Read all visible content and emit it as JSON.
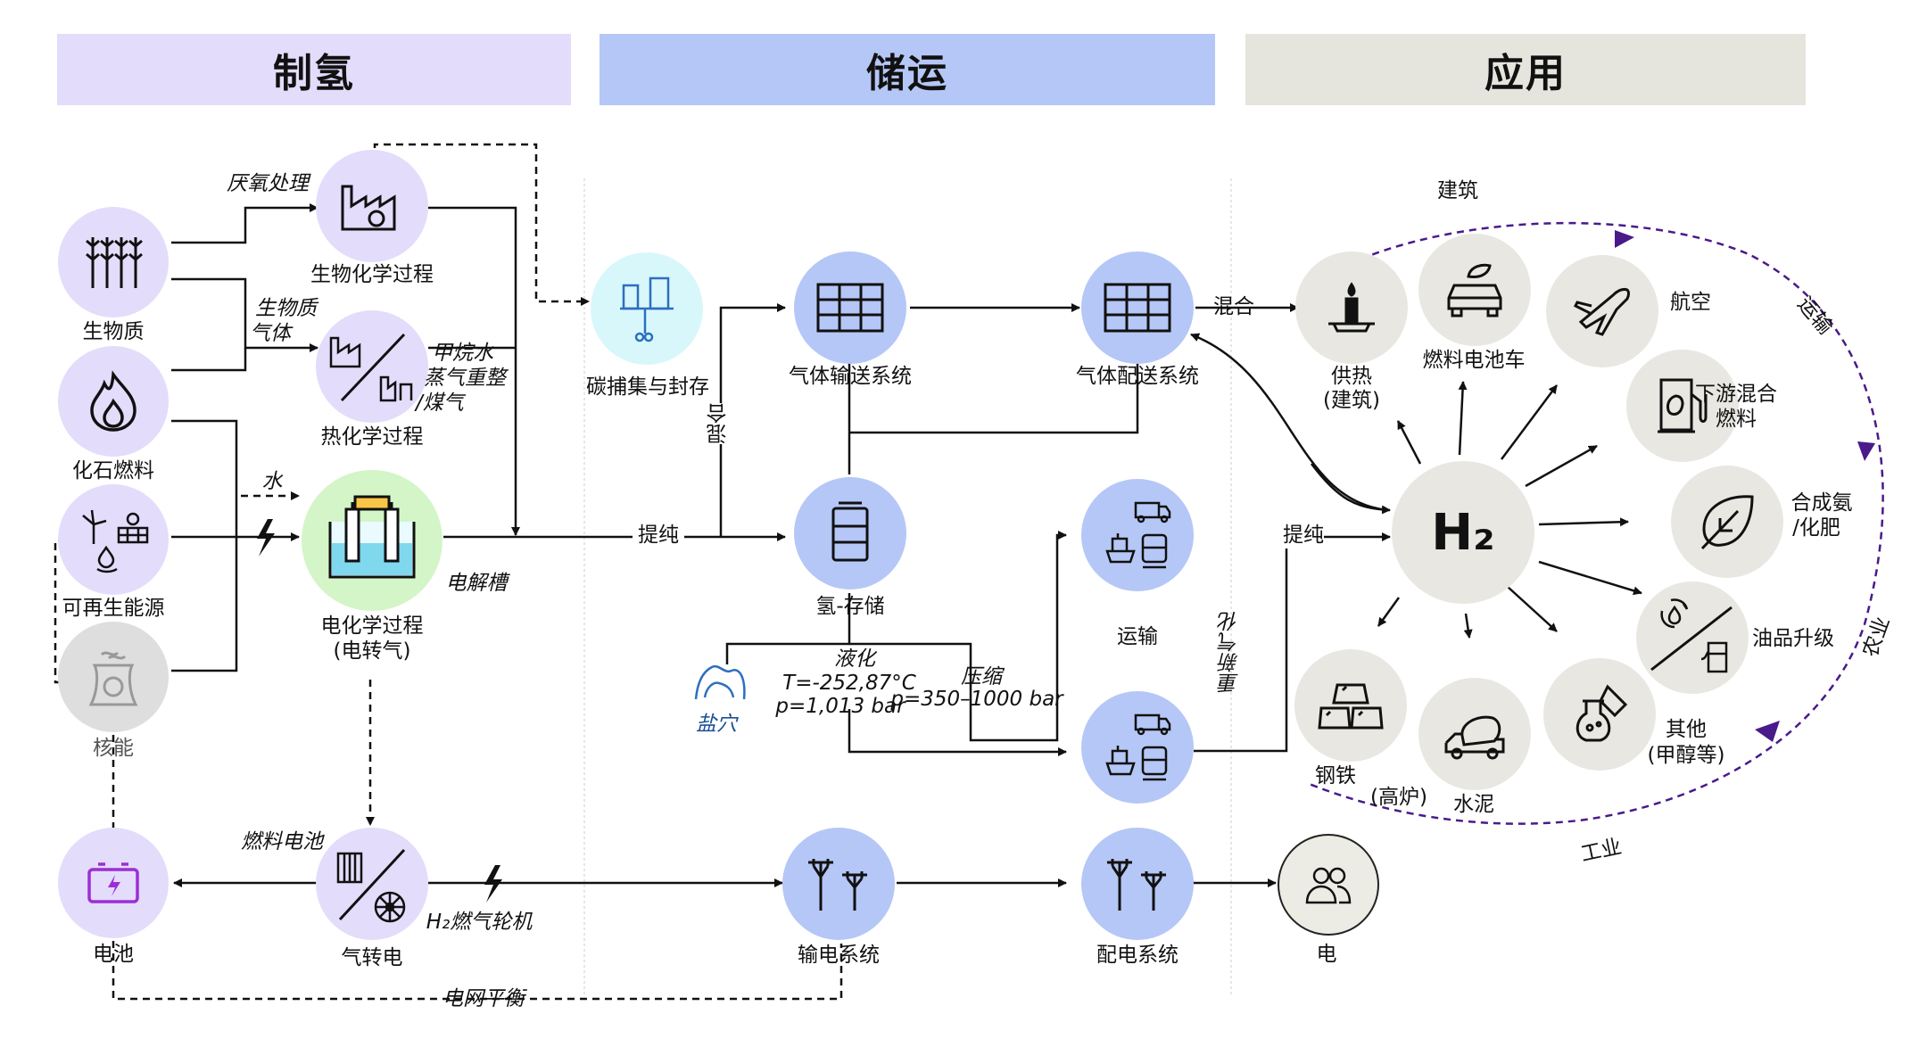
{
  "headers": {
    "production": "制氢",
    "storage": "储运",
    "application": "应用"
  },
  "production": {
    "biomass": "生物质",
    "fossil": "化石燃料",
    "renewable": "可再生能源",
    "nuclear": "核能",
    "biochem": "生物化学过程",
    "thermochem": "热化学过程",
    "electrochem": "电化学过程",
    "electrochem_sub": "(电转气)",
    "anaerobic": "厌氧处理",
    "biomass_gas_1": "生物质",
    "biomass_gas_2": "气体",
    "smr_1": "甲烷水",
    "smr_2": "蒸气重整",
    "smr_3": "/煤气",
    "water": "水",
    "electrolyzer": "电解槽",
    "battery": "电池",
    "gas_to_power": "气转电",
    "fuel_cell": "燃料电池",
    "h2_turbine": "H₂燃气轮机",
    "grid_balance": "电网平衡"
  },
  "storage": {
    "ccs": "碳捕集与封存",
    "transmission": "气体输送系统",
    "distribution": "气体配送系统",
    "h2_storage": "氢-存储",
    "transport": "运输",
    "purify": "提纯",
    "mix_vertical": "混合",
    "mix": "混合",
    "liquefy": "液化",
    "liq_temp": "T=-252,87°C",
    "liq_pressure": "p=1,013 bar",
    "compress": "压缩",
    "comp_pressure": "p=350–1000 bar",
    "salt_cavern": "盐穴",
    "regasify": "重新气化",
    "power_transmission": "输电系统",
    "power_distribution": "配电系统"
  },
  "application": {
    "h2": "H₂",
    "purify": "提纯",
    "heating_1": "供热",
    "heating_2": "(建筑)",
    "fuel_cell_car": "燃料电池车",
    "aviation": "航空",
    "downstream_1": "下游混合",
    "downstream_2": "燃料",
    "ammonia_1": "合成氨",
    "ammonia_2": "/化肥",
    "oil_upgrade": "油品升级",
    "other_1": "其他",
    "other_2": "(甲醇等)",
    "cement": "水泥",
    "steel_1": "钢铁",
    "steel_2": "(高炉)",
    "electricity": "电",
    "cycle_building": "建筑",
    "cycle_transport": "运输",
    "cycle_agriculture": "农业",
    "cycle_industry": "工业"
  },
  "colors": {
    "production": "#e4dcfb",
    "storage": "#b5c7f6",
    "application": "#e6e5dd",
    "electrochem": "#d3f5c7",
    "ccs": "#d8f7fb",
    "cycle_arrow": "#4a1a8a",
    "battery_icon": "#9b2fd6"
  },
  "icons": [
    "wheat-icon",
    "flame-icon",
    "wind-solar-icon",
    "nuclear-icon",
    "factory-icon",
    "electrolyzer-icon",
    "ccs-icon",
    "pipeline-grid-icon",
    "tank-icon",
    "truck-ship-train-icon",
    "pylon-icon",
    "battery-icon",
    "fuel-cell-turbine-icon",
    "people-icon",
    "candle-icon",
    "car-icon",
    "plane-icon",
    "fuel-pump-icon",
    "leaf-icon",
    "refinery-icon",
    "flask-icon",
    "mixer-truck-icon",
    "steel-icon",
    "salt-cavern-icon"
  ]
}
